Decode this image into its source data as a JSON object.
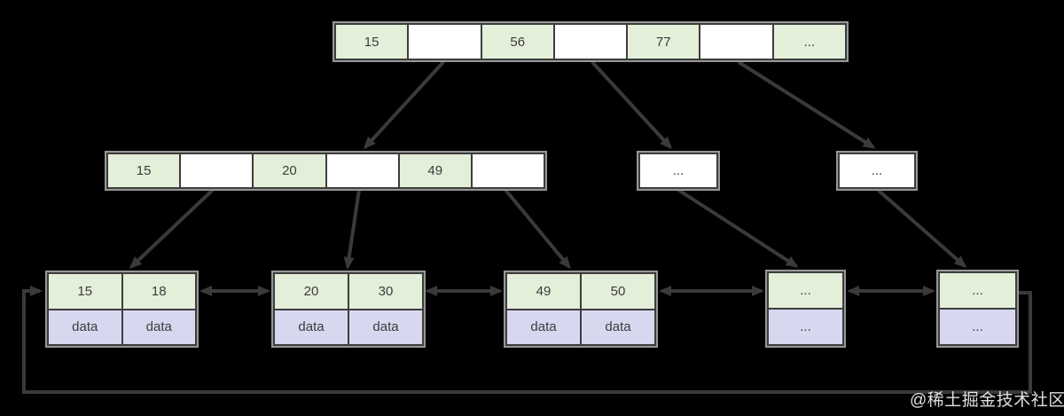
{
  "diagram": {
    "type": "b-plus-tree-index",
    "root": {
      "cells": [
        {
          "text": "15",
          "type": "key"
        },
        {
          "text": "",
          "type": "pointer"
        },
        {
          "text": "56",
          "type": "key"
        },
        {
          "text": "",
          "type": "pointer"
        },
        {
          "text": "77",
          "type": "key"
        },
        {
          "text": "",
          "type": "pointer"
        },
        {
          "text": "...",
          "type": "key"
        }
      ]
    },
    "internal_left": {
      "cells": [
        {
          "text": "15",
          "type": "key"
        },
        {
          "text": "",
          "type": "pointer"
        },
        {
          "text": "20",
          "type": "key"
        },
        {
          "text": "",
          "type": "pointer"
        },
        {
          "text": "49",
          "type": "key"
        },
        {
          "text": "",
          "type": "pointer"
        }
      ]
    },
    "internal_mid": {
      "cells": [
        {
          "text": "...",
          "type": "pointer"
        }
      ]
    },
    "internal_right": {
      "cells": [
        {
          "text": "...",
          "type": "pointer"
        }
      ]
    },
    "leaves": {
      "leaf1": {
        "keys": [
          "15",
          "18"
        ],
        "data": [
          "data",
          "data"
        ]
      },
      "leaf2": {
        "keys": [
          "20",
          "30"
        ],
        "data": [
          "data",
          "data"
        ]
      },
      "leaf3": {
        "keys": [
          "49",
          "50"
        ],
        "data": [
          "data",
          "data"
        ]
      },
      "leaf4": {
        "keys": [
          "..."
        ],
        "data": [
          "..."
        ]
      },
      "leaf5": {
        "keys": [
          "..."
        ],
        "data": [
          "..."
        ]
      }
    }
  },
  "colors": {
    "background": "#000000",
    "key_cell": "#e3efd9",
    "pointer_cell": "#ffffff",
    "data_cell": "#d8d7f0",
    "node_border": "#3d3d3d",
    "node_outline": "#979797",
    "arrow": "#3a3a3a",
    "cell_text": "#3c3c3c",
    "watermark_text": "#f2f2f2"
  },
  "watermark": "@稀土掘金技术社区"
}
